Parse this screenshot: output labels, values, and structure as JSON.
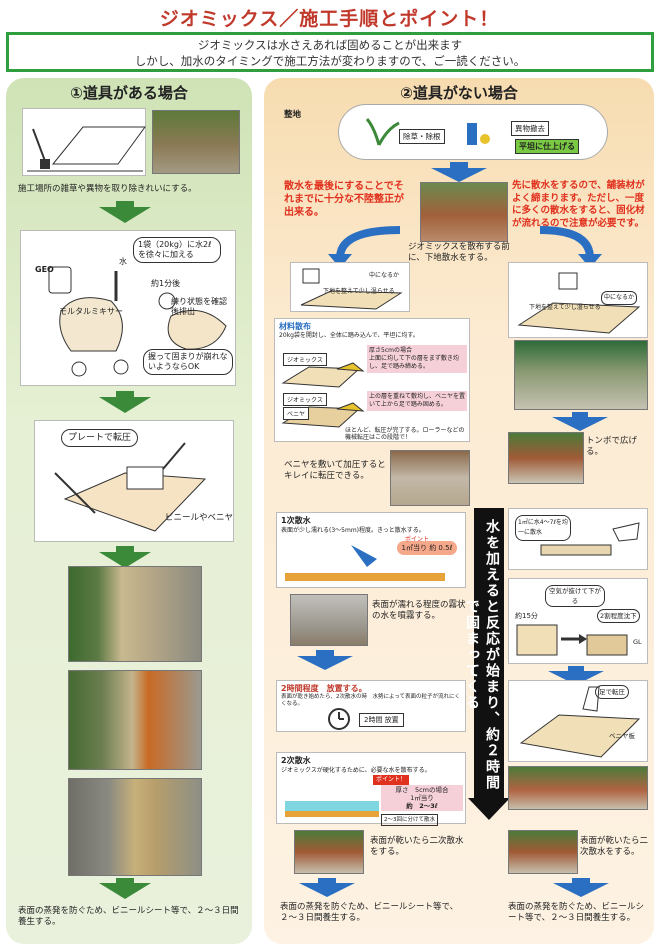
{
  "title": "ジオミックス／施工手順とポイント！",
  "intro": {
    "line1": "ジオミックスは水さえあれば固めることが出来ます",
    "line2": "しかし、加水のタイミングで施工方法が変わりますので、ご一読ください。"
  },
  "left": {
    "title": "①道具がある場合",
    "step1_text": "施工場所の雑草や異物を取り除きれいにする。",
    "mix": {
      "bag_label": "GEO",
      "water_label": "水",
      "bubble1": "1袋（20kg）に水2ℓを徐々に加える",
      "bubble2": "約1分後",
      "bubble3": "練り状態を確認後排出",
      "mixer_label": "モルタルミキサー",
      "bubble4": "握って固まりが崩れないようならOK"
    },
    "plate_bubble": "プレートで転圧",
    "plate_label": "ビニールやベニヤ",
    "final_text": "表面の蒸発を防ぐため、ビニールシート等で、２～３日間養生する。"
  },
  "right": {
    "title": "②道具がない場合",
    "seichi": "整地",
    "cloud": {
      "a": "除草・除根",
      "b": "異物撤去",
      "c": "平坦に仕上げる"
    },
    "left_red": "散水を最後にすることでそれまでに十分な不陸整正が出来る。",
    "right_red": "先に散水をするので、舗装材がよく締まります。ただし、一度に多くの散水をすると、固化材が流れるので注意が必要です。",
    "center_text": "ジオミックスを散布する前に、下地散水をする。",
    "small_a": "下地を整えて少し湿らせる",
    "small_b": "中になるか",
    "material_box": {
      "heading": "材料散布",
      "line": "20kg袋を開封し、全体に踏み込んで、平坦に均す。",
      "point1": "厚さ5cmの場合",
      "point2": "上面に均して下の層をまず敷き均し、足で踏み締める。",
      "point3": "上の層を重ねて敷均し、ベニヤを置いて上から足で踏み固める。",
      "footer": "ほとんど、転圧が完了する。ローラーなどの機械転圧はこの段階で！",
      "tag1": "ジオミックス",
      "tag2": "ジオミックス",
      "tag3": "ベニヤ"
    },
    "veneer_text": "ベニヤを敷いて加圧するとキレイに転圧できる。",
    "tombo_text": "トンボで広げる。",
    "first_water": {
      "heading": "1次散水",
      "line": "表面が少し濡れる(3～5mm)程度。きっと散水する。",
      "cloud": "1㎡当り 約 0.5ℓ",
      "point": "ポイント"
    },
    "mist_text": "表面が濡れる程度の霧状の水を噴霧する。",
    "water_right": "1㎡に水4～7ℓを均一に散水",
    "air_box": {
      "air": "空気が抜けて下がる",
      "sink": "約15分",
      "sink2": "2割程度沈下",
      "gl": "GL"
    },
    "two_hours": {
      "heading": "2時間程度　放置する。",
      "line": "表面が乾き始めたら、2次散水の時　水勢によって表面の粒子が流れにくくなる。",
      "clock": "2時間 放置"
    },
    "vertical_text": "水を加えると反応が始まり、約２時間で固まってくる",
    "foot_press": "足で転圧",
    "veneer_board": "ベニヤ板",
    "second_water": {
      "heading": "2次散水",
      "line": "ジオミックスが硬化するために、必要な水を散布する。",
      "point": "ポイント！",
      "detail1": "厚さ　5cmの場合",
      "detail2": "1㎡当り",
      "detail3": "約　2～3ℓ",
      "detail4": "2～3回に分けて散水"
    },
    "dry_left": "表面が乾いたら二次散水をする。",
    "dry_right": "表面が乾いたら二次散水をする。",
    "final_left": "表面の蒸発を防ぐため、ビニールシート等で、２～３日間養生する。",
    "final_right": "表面の蒸発を防ぐため、ビニールシート等で、２～３日間養生する。"
  },
  "colors": {
    "title_red": "#c0392b",
    "green": "#2e9e3e",
    "blue": "#2a6fc2",
    "warn_red": "#e0301e"
  }
}
